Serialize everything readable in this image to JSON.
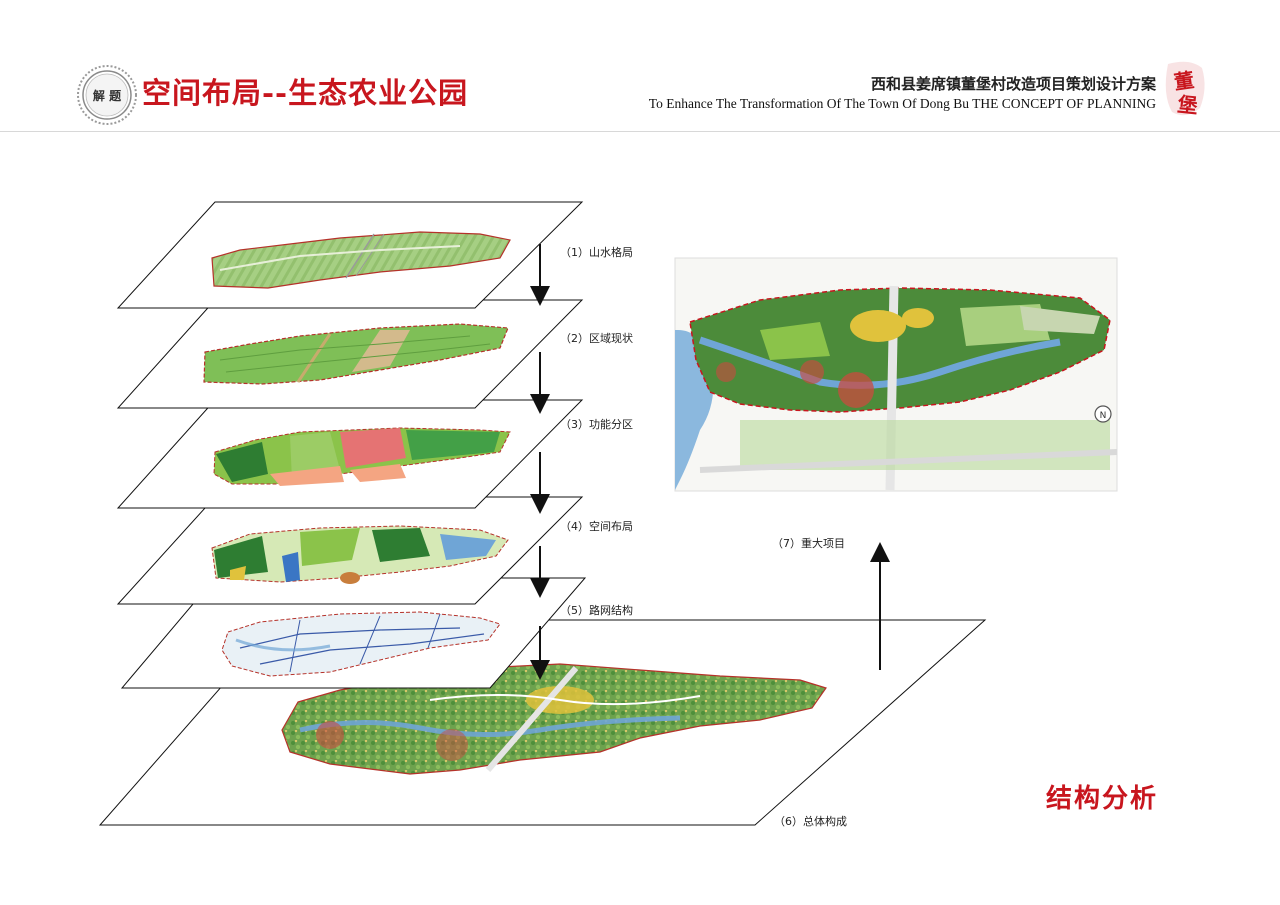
{
  "header": {
    "title": "空间布局--生态农业公园",
    "subtitle_cn": "西和县姜席镇董堡村改造项目策划设计方案",
    "subtitle_en": "To Enhance The Transformation Of The Town Of Dong Bu  THE CONCEPT OF PLANNING",
    "seal_text": "解 题",
    "brand_mark_text": "董堡"
  },
  "layers": [
    {
      "label": "（1）山水格局"
    },
    {
      "label": "（2）区域现状"
    },
    {
      "label": "（3）功能分区"
    },
    {
      "label": "（4）空间布局"
    },
    {
      "label": "（5）路网结构"
    },
    {
      "label": "（6）总体构成"
    }
  ],
  "major_projects": {
    "label": "（7）重大项目"
  },
  "section_title": "结构分析",
  "colors": {
    "accent_red": "#c8161e",
    "boundary_red": "#b5322a",
    "field_green": "#7fbf57",
    "park_green": "#4e8f3a",
    "water_blue": "#6fa5d6"
  }
}
